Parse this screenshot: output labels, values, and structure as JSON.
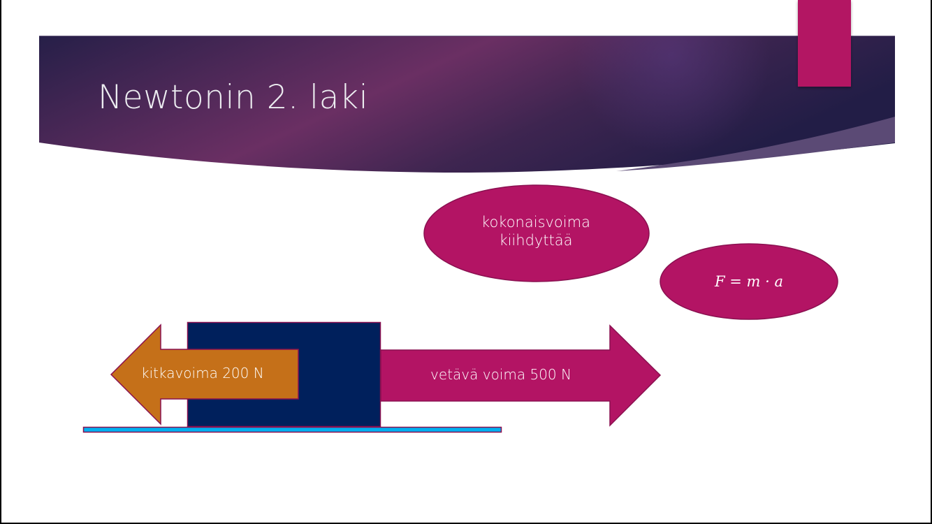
{
  "slide": {
    "title": "Newtonin 2. laki",
    "bubbles": [
      {
        "line1": "kokonaisvoima",
        "line2": "kiihdyttää"
      },
      {
        "formula": "F = m · a"
      }
    ],
    "forces": {
      "friction_label": "kitkavoima 200 N",
      "pull_label": "vetävä voima 500 N"
    }
  },
  "colors": {
    "banner_dark": "#231d46",
    "banner_mid": "#6b2f63",
    "accent_magenta": "#b31464",
    "outline": "#8a1050",
    "block_navy": "#00205c",
    "friction_orange": "#c57019",
    "floor_cyan": "#00b0f0",
    "overlay_lilac": "#5b4a75"
  }
}
